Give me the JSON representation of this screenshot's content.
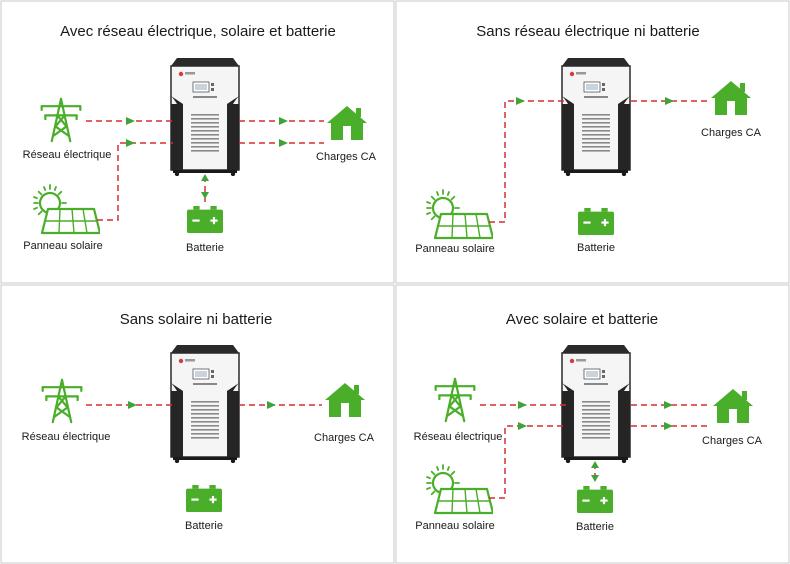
{
  "colors": {
    "green": "#4aae2a",
    "line_red": "#d62f2f",
    "arrow_green": "#3fa33a",
    "inverter_dark": "#262626",
    "panel_border": "#c8c8c8"
  },
  "panels": [
    {
      "id": "grid-solar-battery",
      "title": "Avec réseau électrique, solaire et batterie",
      "components": [
        "grid",
        "solar",
        "battery",
        "load"
      ],
      "labels": {
        "grid": "Réseau électrique",
        "solar": "Panneau solaire",
        "battery": "Batterie",
        "load": "Charges CA"
      }
    },
    {
      "id": "no-grid-no-battery",
      "title": "Sans réseau électrique ni batterie",
      "components": [
        "solar",
        "battery",
        "load"
      ],
      "labels": {
        "solar": "Panneau solaire",
        "battery": "Batterie",
        "load": "Charges CA"
      }
    },
    {
      "id": "no-solar-no-battery",
      "title": "Sans solaire ni batterie",
      "components": [
        "grid",
        "battery",
        "load"
      ],
      "labels": {
        "grid": "Réseau électrique",
        "battery": "Batterie",
        "load": "Charges CA"
      }
    },
    {
      "id": "solar-and-battery",
      "title": "Avec solaire et batterie",
      "components": [
        "grid",
        "solar",
        "battery",
        "load"
      ],
      "labels": {
        "grid": "Réseau électrique",
        "solar": "Panneau solaire",
        "battery": "Batterie",
        "load": "Charges CA"
      }
    }
  ]
}
